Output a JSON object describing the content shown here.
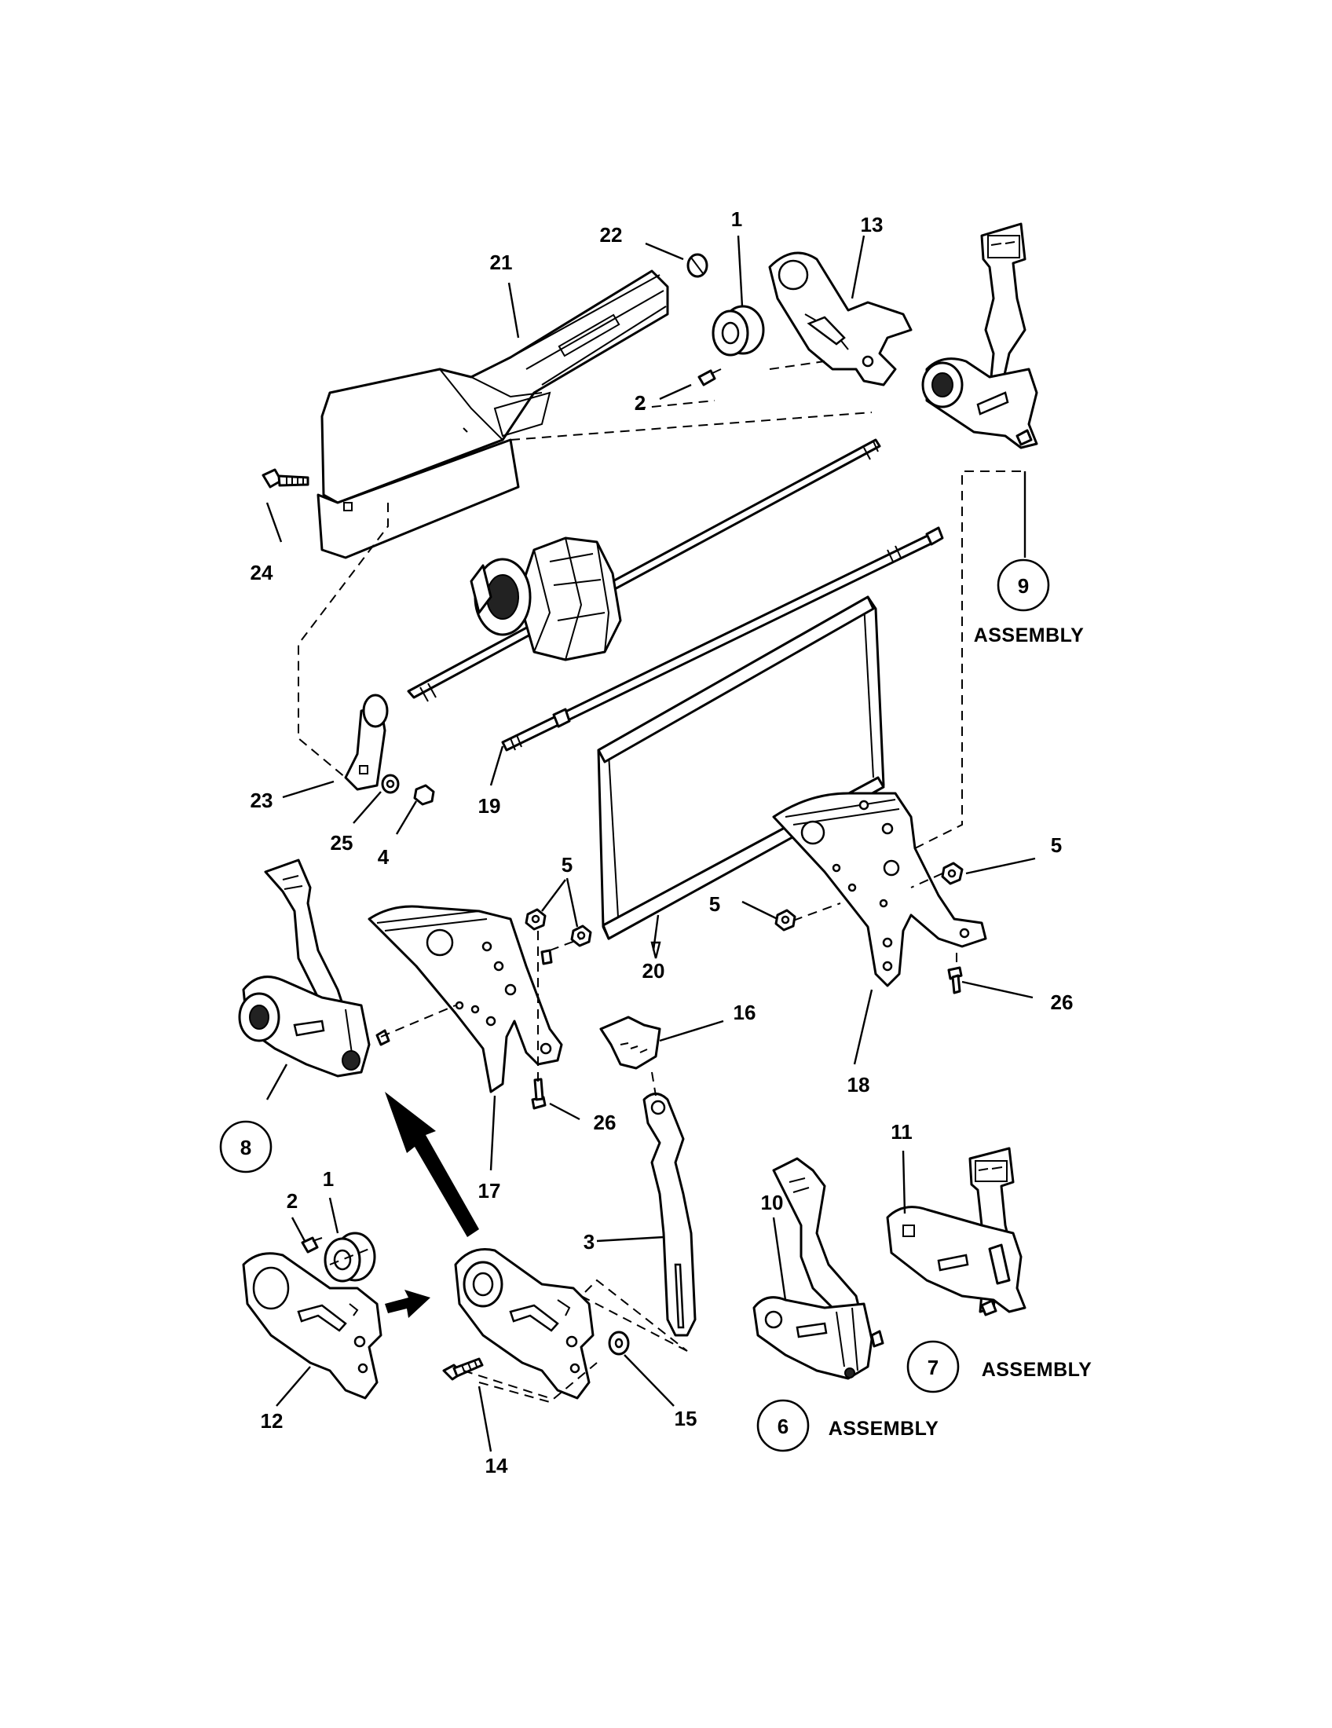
{
  "callouts": {
    "c22": "22",
    "c1a": "1",
    "c13": "13",
    "c21": "21",
    "c2a": "2",
    "c24": "24",
    "c23": "23",
    "c25": "25",
    "c4": "4",
    "c19": "19",
    "c5a": "5",
    "c20": "20",
    "c5b": "5",
    "c5c": "5",
    "c26a": "26",
    "c18": "18",
    "c16": "16",
    "c26b": "26",
    "c17": "17",
    "c3": "3",
    "c2b": "2",
    "c1b": "1",
    "c10": "10",
    "c11": "11",
    "c12": "12",
    "c15": "15",
    "c14": "14"
  },
  "assemblies": {
    "a9": {
      "number": "9",
      "label": "ASSEMBLY"
    },
    "a8": {
      "number": "8",
      "label": ""
    },
    "a7": {
      "number": "7",
      "label": "ASSEMBLY"
    },
    "a6": {
      "number": "6",
      "label": "ASSEMBLY"
    }
  },
  "colors": {
    "ink": "#000000",
    "paper": "#ffffff"
  }
}
